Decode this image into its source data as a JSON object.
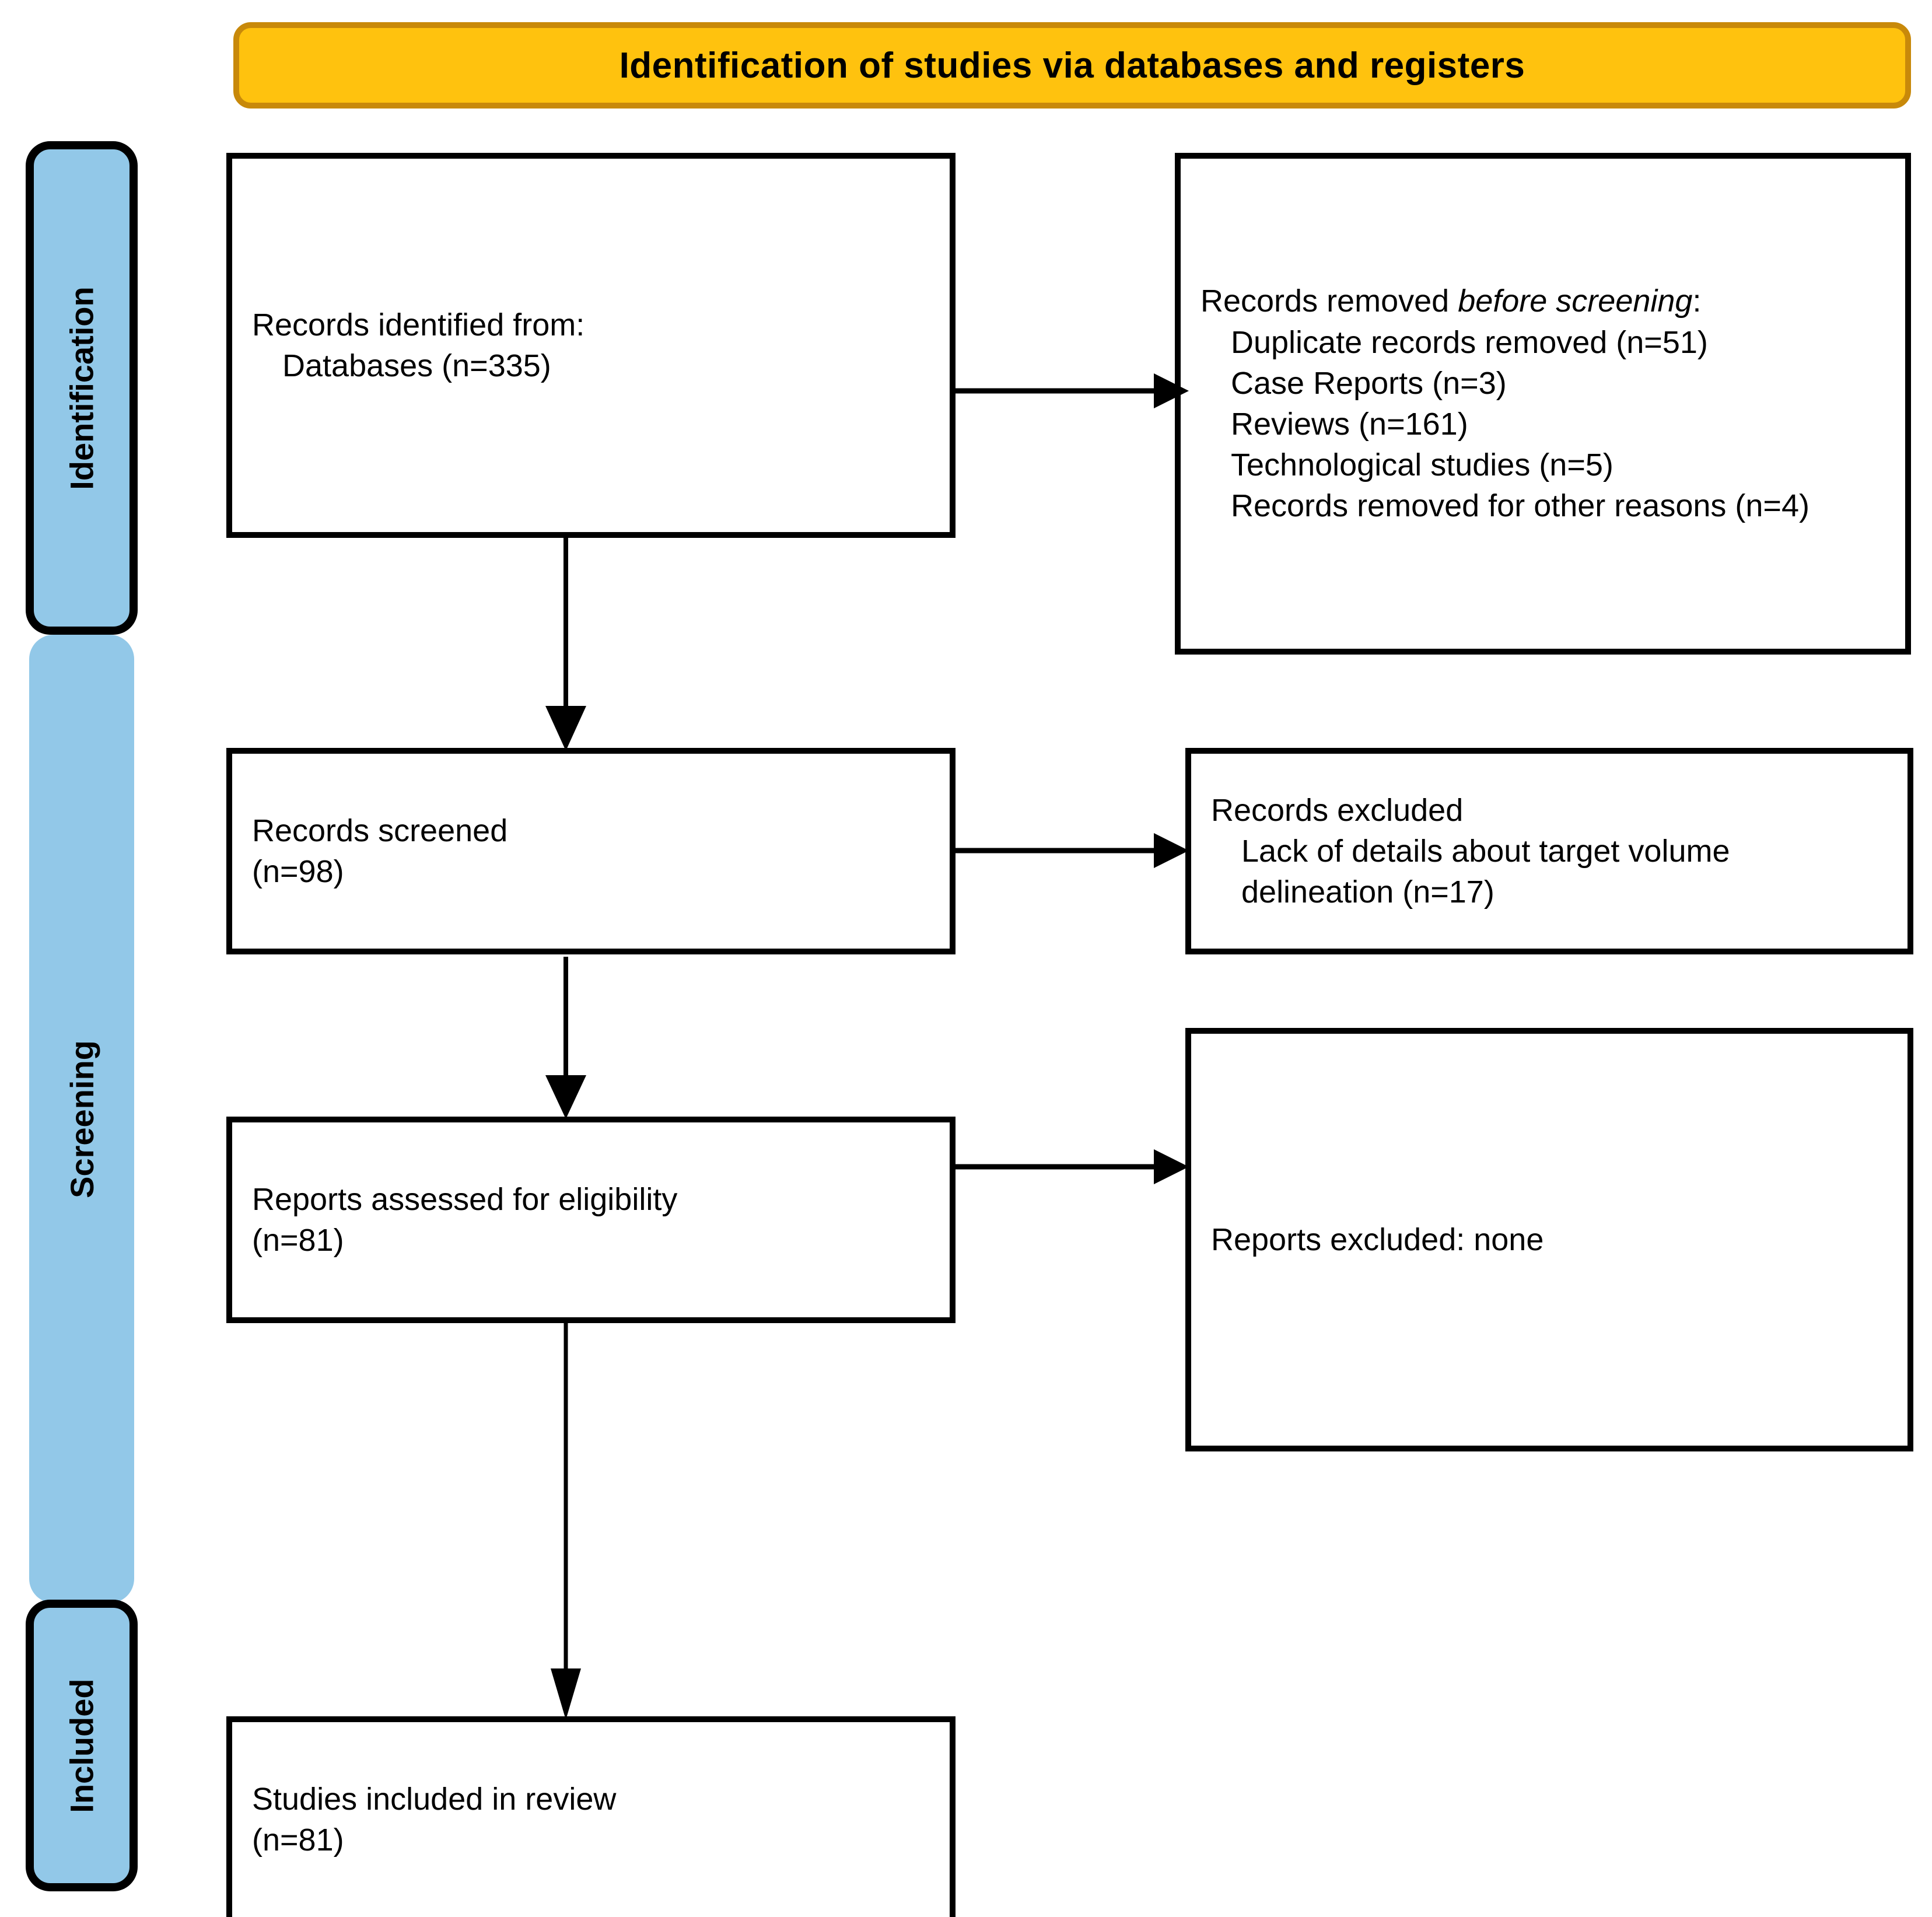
{
  "banner": {
    "title": "Identification of studies via databases and registers"
  },
  "colors": {
    "banner_fill": "#FFC20E",
    "banner_border": "#C8890A",
    "band_fill": "#92C8E8",
    "box_border": "#000000",
    "box_fill": "#FFFFFF",
    "text": "#000000"
  },
  "bands": [
    {
      "label": "Identification"
    },
    {
      "label": "Screening"
    },
    {
      "label": "Included"
    }
  ],
  "boxes": {
    "identified": {
      "lines": [
        "Records identified from:",
        "Databases (n=335)"
      ]
    },
    "removed_before_screening": {
      "heading_prefix": "Records removed ",
      "heading_italic": "before screening",
      "heading_suffix": ":",
      "items": [
        "Duplicate records removed (n=51)",
        "Case Reports (n=3)",
        "Reviews (n=161)",
        "Technological studies (n=5)",
        "Records removed for other reasons (n=4)"
      ]
    },
    "records_screened": {
      "lines": [
        "Records screened",
        "(n=98)"
      ]
    },
    "records_excluded": {
      "heading": "Records excluded",
      "items": [
        "Lack of details about target volume delineation (n=17)"
      ]
    },
    "reports_assessed": {
      "lines": [
        "Reports assessed for eligibility",
        "(n=81)"
      ]
    },
    "reports_excluded": {
      "lines": [
        "Reports excluded: none"
      ]
    },
    "studies_included": {
      "lines": [
        "Studies included in review",
        "(n=81)"
      ]
    }
  },
  "flow": {
    "arrows": [
      {
        "name": "identified-to-removed",
        "direction": "right"
      },
      {
        "name": "identified-to-screened",
        "direction": "down"
      },
      {
        "name": "screened-to-excluded",
        "direction": "right"
      },
      {
        "name": "screened-to-eligibility",
        "direction": "down"
      },
      {
        "name": "eligibility-to-reports-excluded",
        "direction": "right"
      },
      {
        "name": "eligibility-to-included",
        "direction": "down"
      }
    ]
  }
}
